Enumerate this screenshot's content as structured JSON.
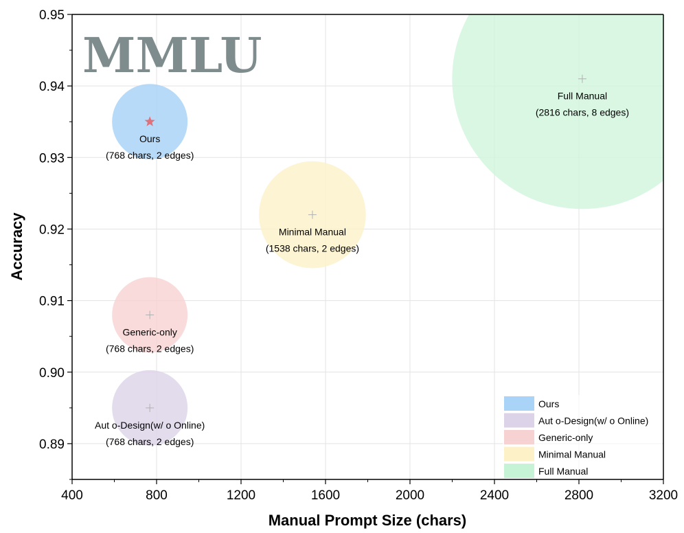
{
  "chart_data": {
    "type": "scatter",
    "subtype": "bubble",
    "title": "MMLU",
    "xlabel": "Manual Prompt Size (chars)",
    "ylabel": "Accuracy",
    "xlim": [
      400,
      3200
    ],
    "ylim": [
      0.885,
      0.95
    ],
    "xticks": [
      400,
      800,
      1200,
      1600,
      2000,
      2400,
      2800,
      3200
    ],
    "yticks": [
      0.89,
      0.9,
      0.91,
      0.92,
      0.93,
      0.94,
      0.95
    ],
    "ytick_labels": [
      "0.89",
      "0.90",
      "0.91",
      "0.92",
      "0.93",
      "0.94",
      "0.95"
    ],
    "grid": true,
    "legend_position": "bottom-right",
    "series": [
      {
        "name": "Ours",
        "x": 768,
        "y": 0.935,
        "edges": 2,
        "label": "Ours",
        "sublabel": "(768 chars, 2 edges)",
        "color": "#a9d3f7",
        "marker": "star",
        "marker_color": "#e0707a"
      },
      {
        "name": "Aut o-Design(w/ o Online)",
        "x": 768,
        "y": 0.895,
        "edges": 2,
        "label": "Aut o-Design(w/ o Online)",
        "sublabel": "(768 chars, 2 edges)",
        "color": "#dcd3e8",
        "marker": "plus",
        "marker_color": "#b0b0b0"
      },
      {
        "name": "Generic-only",
        "x": 768,
        "y": 0.908,
        "edges": 2,
        "label": "Generic-only",
        "sublabel": "(768 chars, 2 edges)",
        "color": "#f7d2d2",
        "marker": "plus",
        "marker_color": "#b0b0b0"
      },
      {
        "name": "Minimal Manual",
        "x": 1538,
        "y": 0.922,
        "edges": 2,
        "label": "Minimal Manual",
        "sublabel": "(1538 chars, 2 edges)",
        "color": "#fdf1c8",
        "marker": "plus",
        "marker_color": "#b0b0b0"
      },
      {
        "name": "Full Manual",
        "x": 2816,
        "y": 0.941,
        "edges": 8,
        "label": "Full Manual",
        "sublabel": "(2816 chars, 8 edges)",
        "color": "#cff5dc",
        "marker": "plus",
        "marker_color": "#b0b0b0"
      }
    ],
    "legend_order": [
      "Ours",
      "Aut o-Design(w/ o Online)",
      "Generic-only",
      "Minimal Manual",
      "Full Manual"
    ],
    "legend_colors": [
      "#a9d3f7",
      "#dcd3e8",
      "#f7d2d2",
      "#fdf1c8",
      "#c6f2d5"
    ]
  }
}
